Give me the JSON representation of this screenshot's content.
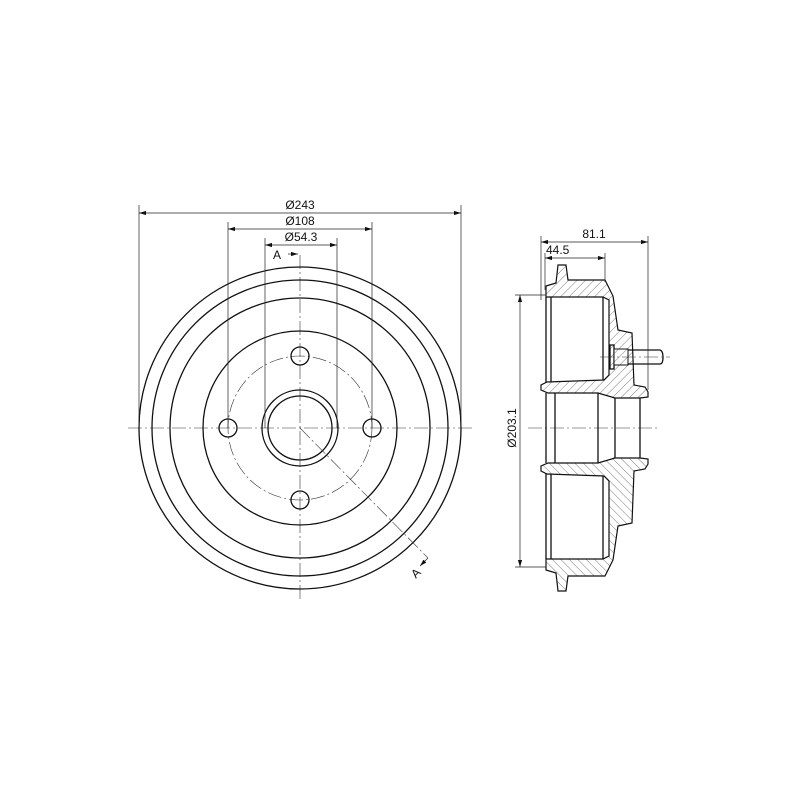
{
  "front_view": {
    "dim_outer": "Ø243",
    "dim_bolt_circle": "Ø108",
    "dim_center_bore": "Ø54.3",
    "section_mark_top": "A",
    "section_mark_bottom": "A"
  },
  "side_view": {
    "dim_total_width": "81.1",
    "dim_drum_depth": "44.5",
    "dim_braking_diameter": "Ø203.1"
  },
  "colors": {
    "line": "#111111",
    "background": "#ffffff"
  }
}
